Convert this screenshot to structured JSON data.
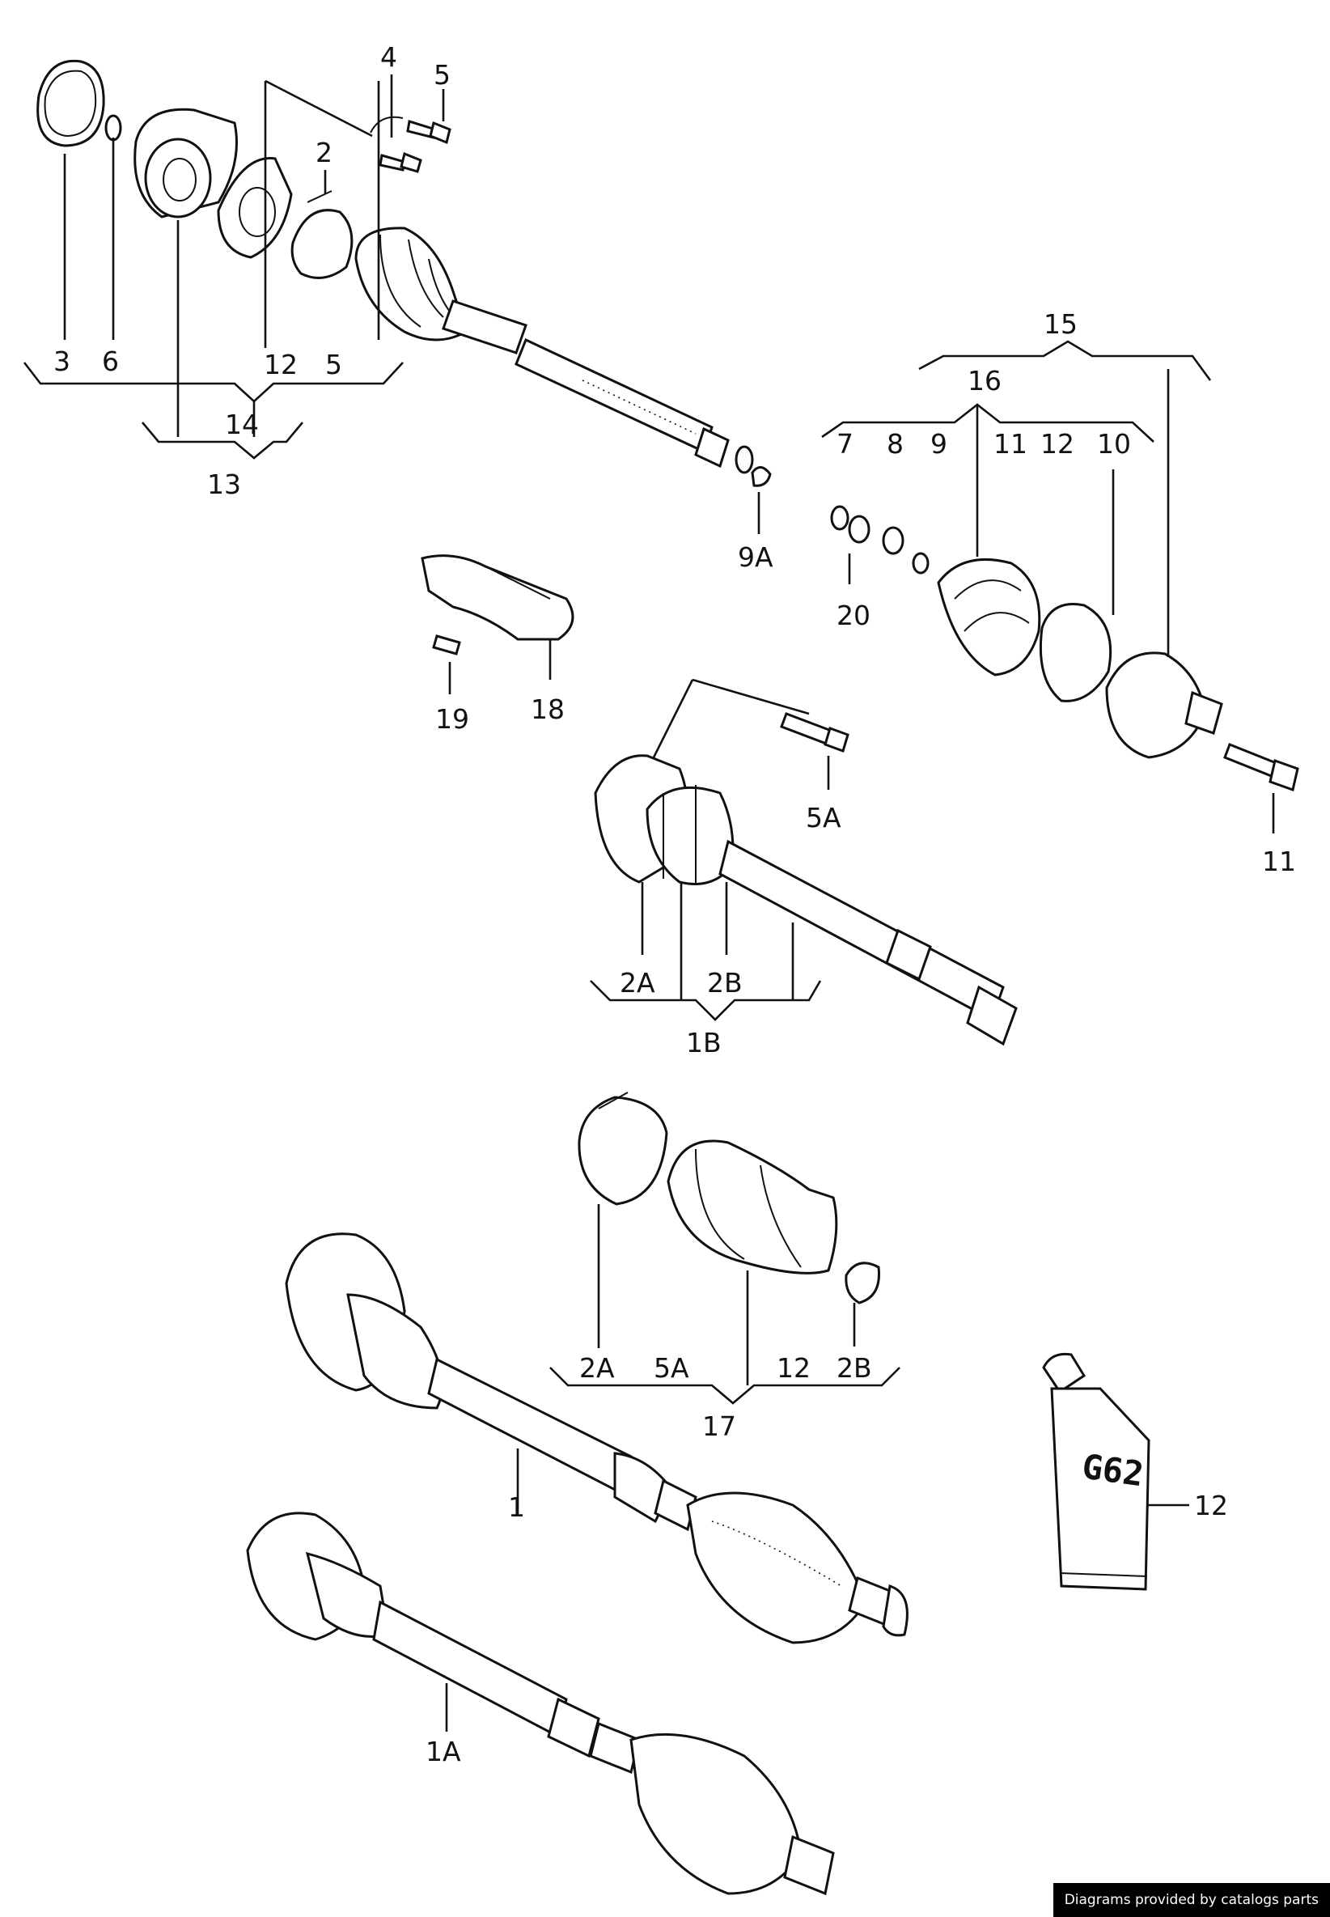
{
  "labels": {
    "l3": "3",
    "l6": "6",
    "l12a": "12",
    "l5a": "5",
    "l14": "14",
    "l13": "13",
    "l4": "4",
    "l5b": "5",
    "l2": "2",
    "l9a": "9A",
    "l15": "15",
    "l16": "16",
    "l7": "7",
    "l8": "8",
    "l9": "9",
    "l11a": "11",
    "l12b": "12",
    "l10": "10",
    "l20": "20",
    "l19": "19",
    "l18": "18",
    "l5a2": "5A",
    "l11b": "11",
    "l2a": "2A",
    "l2b": "2B",
    "l1b": "1B",
    "l2a2": "2A",
    "l5a3": "5A",
    "l12c": "12",
    "l2b2": "2B",
    "l17": "17",
    "l1": "1",
    "l1a": "1A",
    "l12d": "12"
  },
  "tube_text": "G62",
  "credit": "Diagrams provided by catalogs parts"
}
